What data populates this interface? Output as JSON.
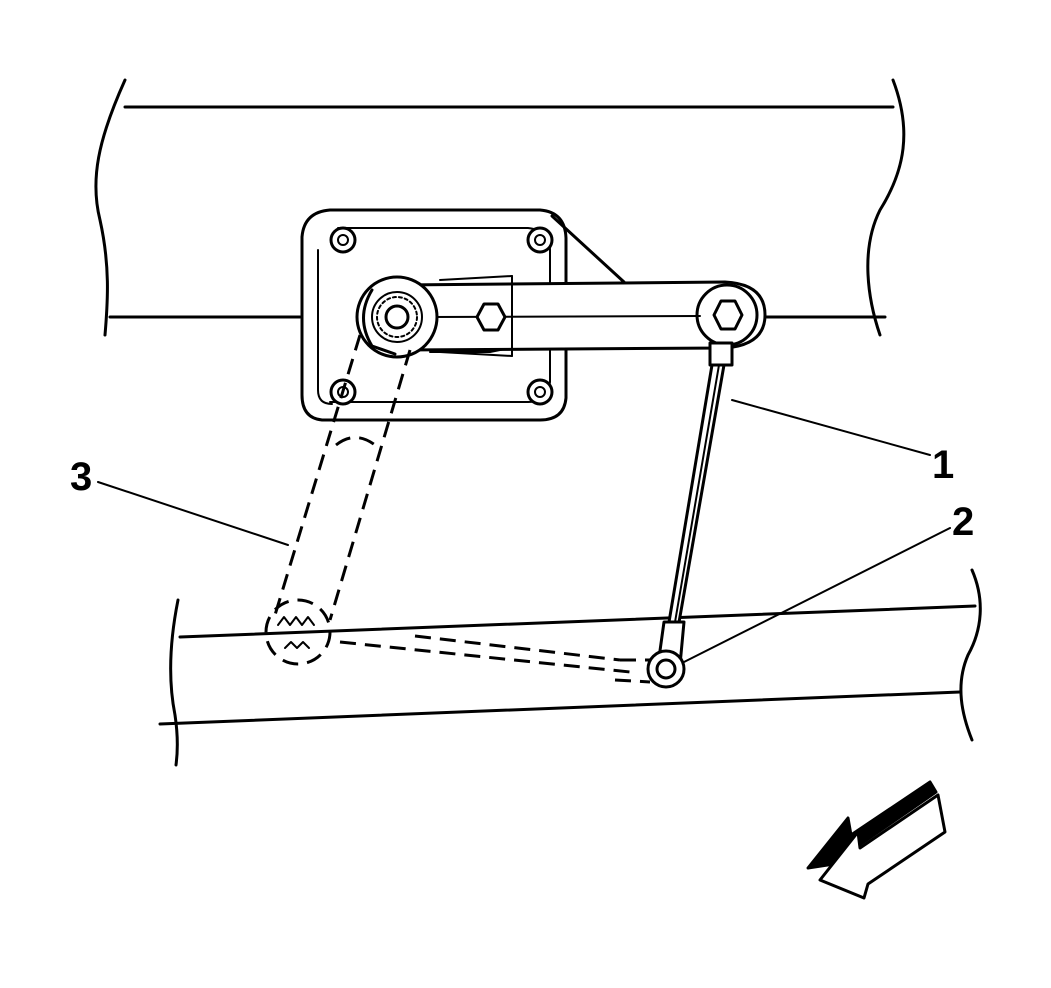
{
  "callouts": [
    {
      "id": "1",
      "text": "1"
    },
    {
      "id": "2",
      "text": "2"
    },
    {
      "id": "3",
      "text": "3"
    }
  ],
  "icons": {
    "direction_arrow": "front-direction-arrow-icon"
  },
  "colors": {
    "line": "#000000",
    "background": "#ffffff"
  }
}
